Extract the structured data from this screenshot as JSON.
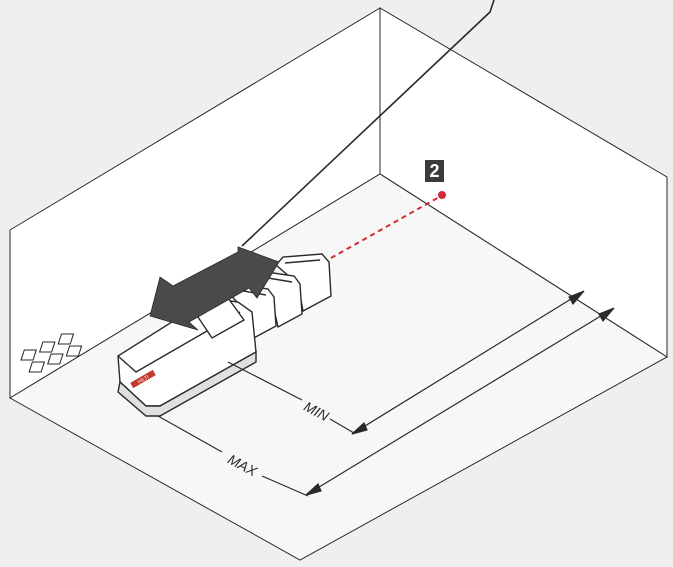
{
  "diagram": {
    "callout_number": "2",
    "label_min": "MIN",
    "label_max": "MAX",
    "device_brand": "HILTI"
  },
  "colors": {
    "background": "#efefef",
    "outline": "#2a2a2a",
    "wall_fill": "#ffffff",
    "laser": "#d42a36",
    "arrow": "#4a4a4a",
    "callout_bg": "#3a3a3a",
    "callout_text": "#ffffff",
    "device_accent": "#c0392b"
  }
}
